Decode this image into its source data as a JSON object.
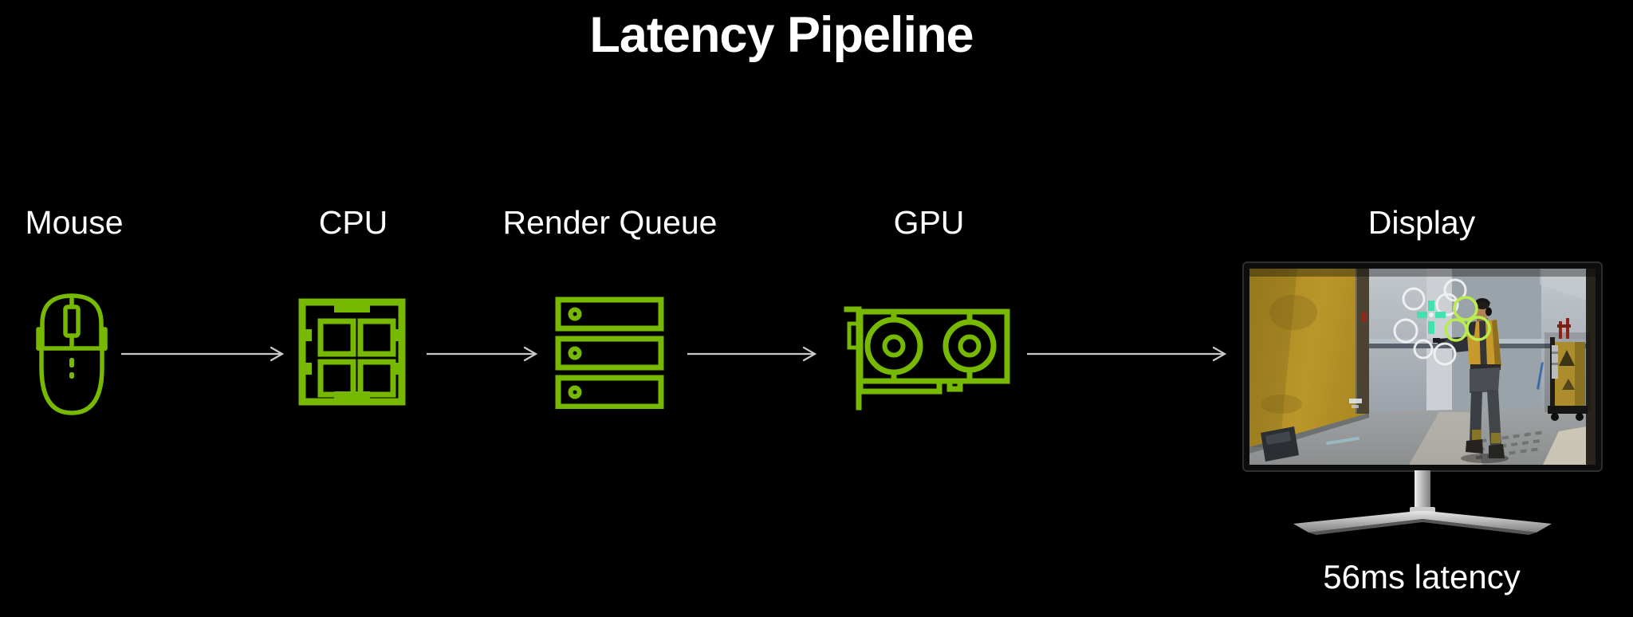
{
  "title": "Latency Pipeline",
  "colors": {
    "background": "#000000",
    "accent_green": "#76B900",
    "arrow": "#C9C9C9",
    "text": "#FFFFFF",
    "crosshair": "#42E2AC",
    "hit_circle_green": "#B8EC4F",
    "trail_circle_white": "#F2F2F2"
  },
  "stages": [
    {
      "id": "mouse",
      "label": "Mouse"
    },
    {
      "id": "cpu",
      "label": "CPU"
    },
    {
      "id": "render-queue",
      "label": "Render Queue"
    },
    {
      "id": "gpu",
      "label": "GPU"
    },
    {
      "id": "display",
      "label": "Display"
    }
  ],
  "display": {
    "latency_label": "56ms latency",
    "screen_content": "first-person-shooter game frame with mouse-click circle overlay and crosshair on enemy"
  },
  "arrow_count": 4
}
